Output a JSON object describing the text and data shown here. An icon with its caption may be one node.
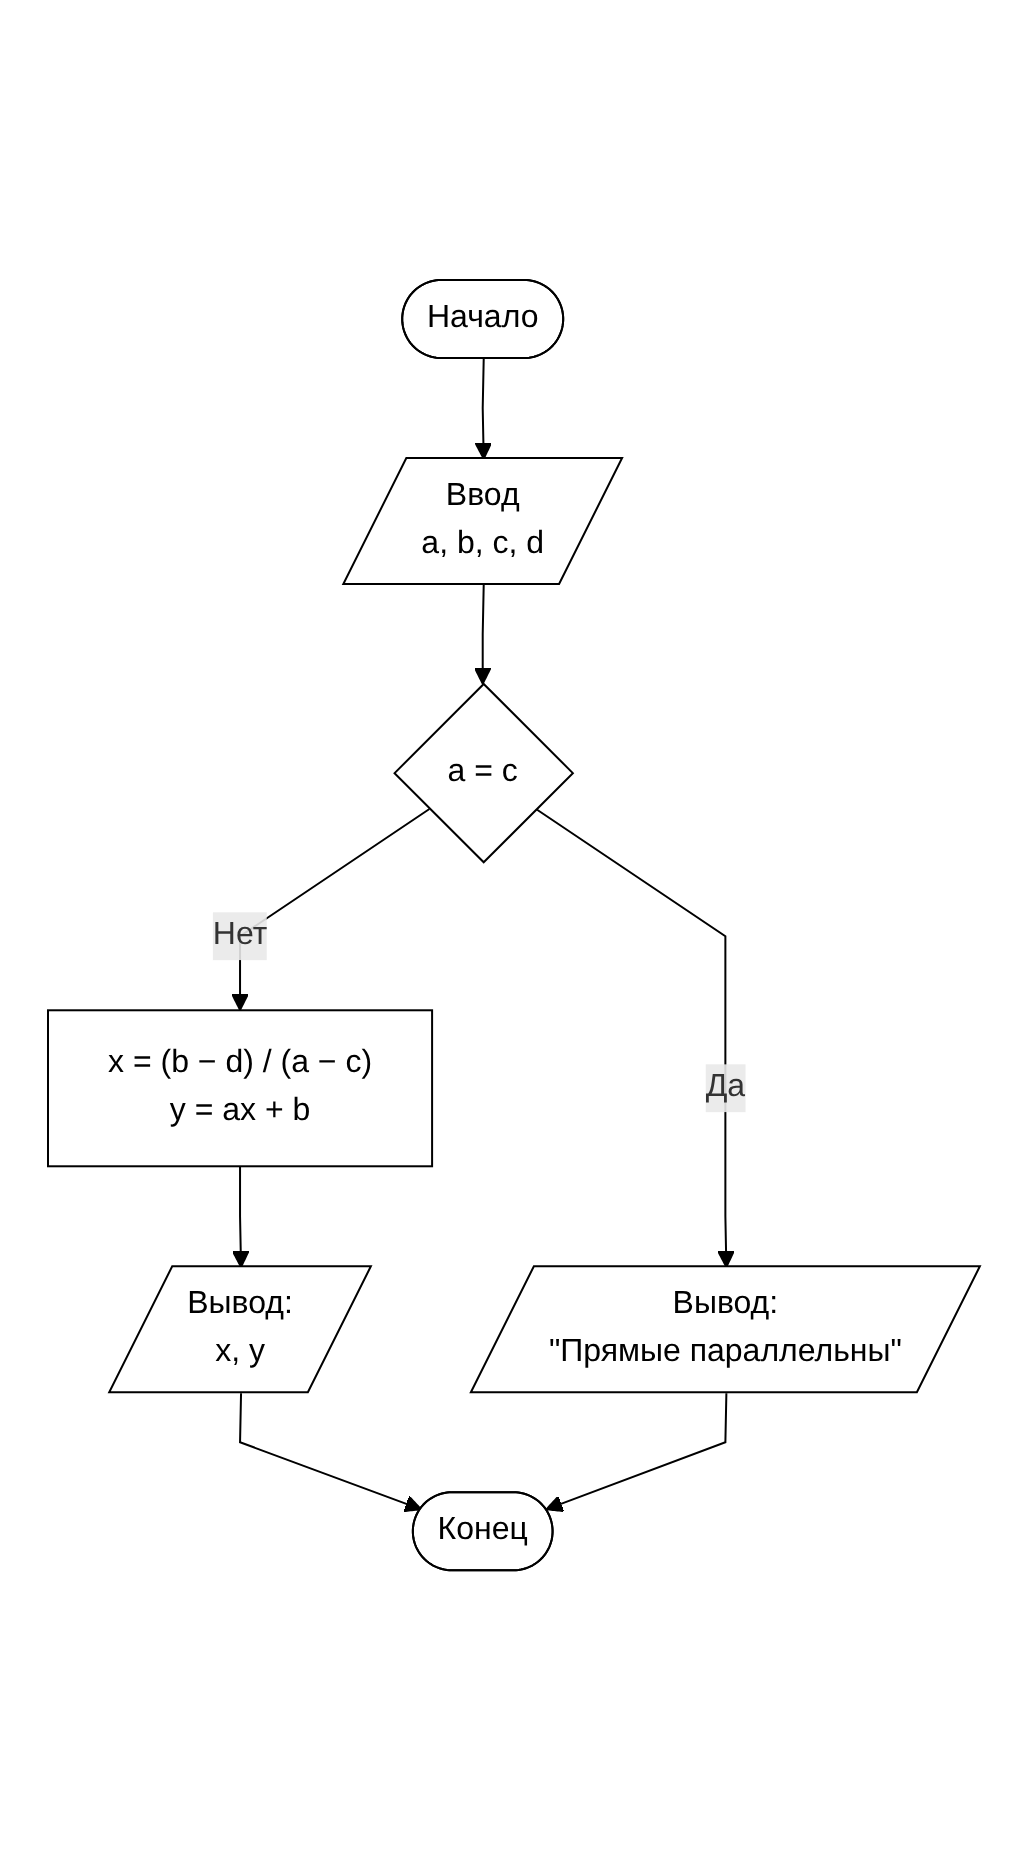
{
  "diagram": {
    "nodes": [
      {
        "text": [
          "Начало"
        ]
      },
      {
        "text": [
          "Ввод",
          "a, b, c, d"
        ]
      },
      {
        "text": [
          "a = c"
        ]
      },
      {
        "text": [
          "x = (b − d) / (a − c)",
          "y = ax + b"
        ]
      },
      {
        "text": [
          "Вывод:",
          "x, y"
        ]
      },
      {
        "text": [
          "Вывод:",
          "\"Прямые параллельны\""
        ]
      },
      {
        "text": [
          "Конец"
        ]
      }
    ],
    "edges": [
      {
        "from": 0,
        "to": 1,
        "arrow": "to"
      },
      {
        "from": 1,
        "to": 2,
        "arrow": "to"
      },
      {
        "from": 2,
        "to": 3,
        "arrow": "to",
        "label": "Нет"
      },
      {
        "from": 3,
        "to": 4,
        "arrow": "to"
      },
      {
        "from": 4,
        "to": 6,
        "arrow": "to"
      },
      {
        "from": 2,
        "to": 5,
        "arrow": "to",
        "label": "Да"
      },
      {
        "from": 5,
        "to": 6,
        "arrow": "to"
      }
    ]
  }
}
